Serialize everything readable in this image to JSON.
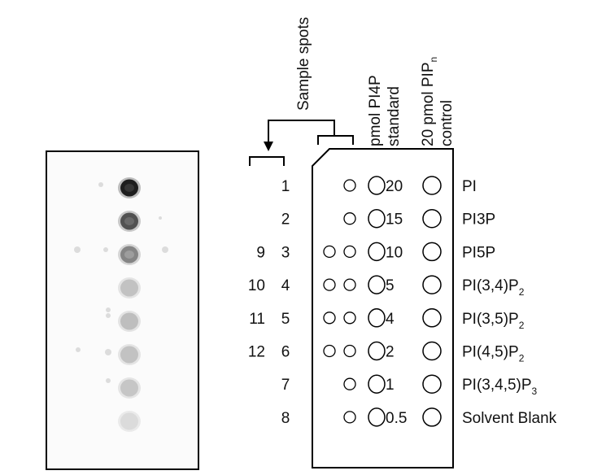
{
  "header": {
    "sample_spots": "Sample spots",
    "standard_line1": "pmol PI4P",
    "standard_line2": "standard",
    "control_line1": "20 pmol PIP",
    "control_sub": "n",
    "control_line2": "control"
  },
  "rows": [
    {
      "num": "1",
      "left_num": "",
      "standard": "20",
      "lipid": "PI",
      "lipid_sub": "",
      "lipid_tail": ""
    },
    {
      "num": "2",
      "left_num": "",
      "standard": "15",
      "lipid": "PI3P",
      "lipid_sub": "",
      "lipid_tail": ""
    },
    {
      "num": "3",
      "left_num": "9",
      "standard": "10",
      "lipid": "PI5P",
      "lipid_sub": "",
      "lipid_tail": ""
    },
    {
      "num": "4",
      "left_num": "10",
      "standard": "5",
      "lipid": "PI(3,4)P",
      "lipid_sub": "2",
      "lipid_tail": ""
    },
    {
      "num": "5",
      "left_num": "11",
      "standard": "4",
      "lipid": "PI(3,5)P",
      "lipid_sub": "2",
      "lipid_tail": ""
    },
    {
      "num": "6",
      "left_num": "12",
      "standard": "2",
      "lipid": "PI(4,5)P",
      "lipid_sub": "2",
      "lipid_tail": ""
    },
    {
      "num": "7",
      "left_num": "",
      "standard": "1",
      "lipid": "PI(3,4,5)P",
      "lipid_sub": "3",
      "lipid_tail": ""
    },
    {
      "num": "8",
      "left_num": "",
      "standard": "0.5",
      "lipid": "Solvent Blank",
      "lipid_sub": "",
      "lipid_tail": ""
    }
  ],
  "blot_spot_intensity": [
    1.0,
    0.75,
    0.5,
    0.2,
    0.22,
    0.2,
    0.18,
    0.08
  ]
}
